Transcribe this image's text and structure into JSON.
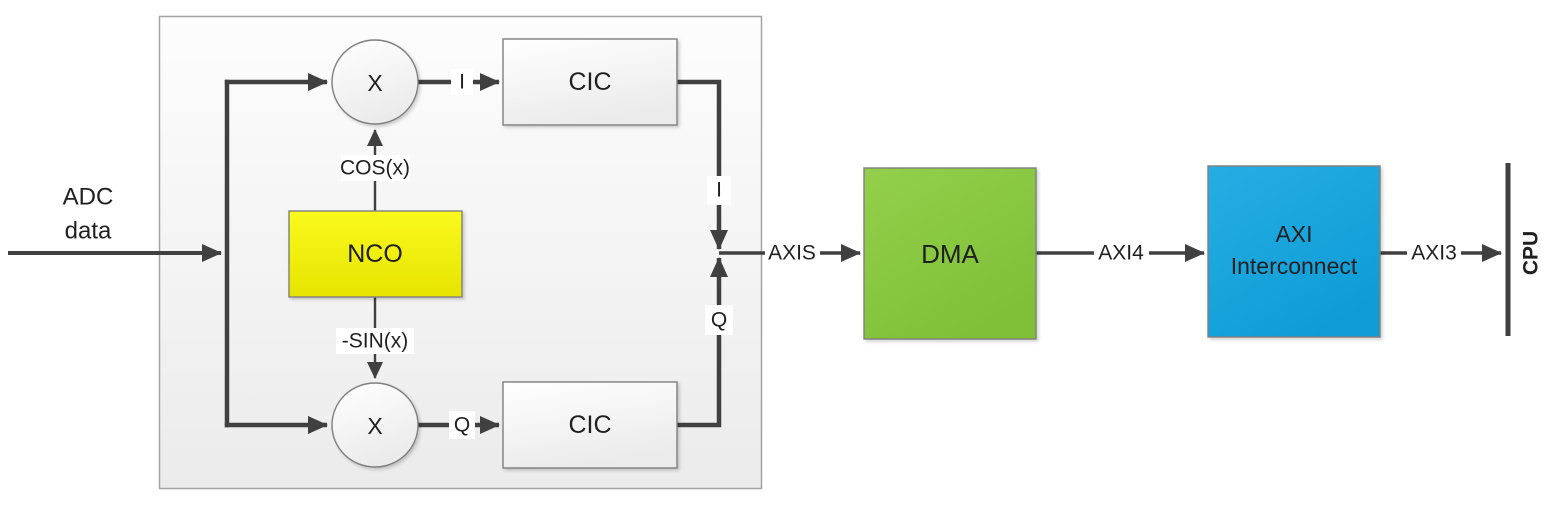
{
  "diagram": {
    "input_label": {
      "line1": "ADC",
      "line2": "data"
    },
    "ddc": {
      "multiplier": "X",
      "nco": "NCO",
      "cos": "COS(x)",
      "sin": "-SIN(x)",
      "cic": "CIC",
      "i": "I",
      "q": "Q"
    },
    "buses": {
      "axis": "AXIS",
      "axi4": "AXI4",
      "axi3": "AXI3"
    },
    "dma": "DMA",
    "axi_interconnect": {
      "line1": "AXI",
      "line2": "Interconnect"
    },
    "cpu": "CPU"
  },
  "colors": {
    "line": "#404040",
    "text": "#1f1f1f",
    "panel_border": "#a3a3a3",
    "panel_top": "#fdfdfd",
    "panel_bottom": "#ebebeb",
    "block_border": "#7f7f7f",
    "block_top": "#ffffff",
    "block_bottom": "#ebebeb",
    "nco_top": "#f9f91c",
    "nco_bottom": "#e7e400",
    "dma_top": "#93cf4b",
    "dma_bottom": "#7fc037",
    "axi_top": "#25aee4",
    "axi_bottom": "#0f9cd5",
    "label_bg": "#ffffff"
  }
}
